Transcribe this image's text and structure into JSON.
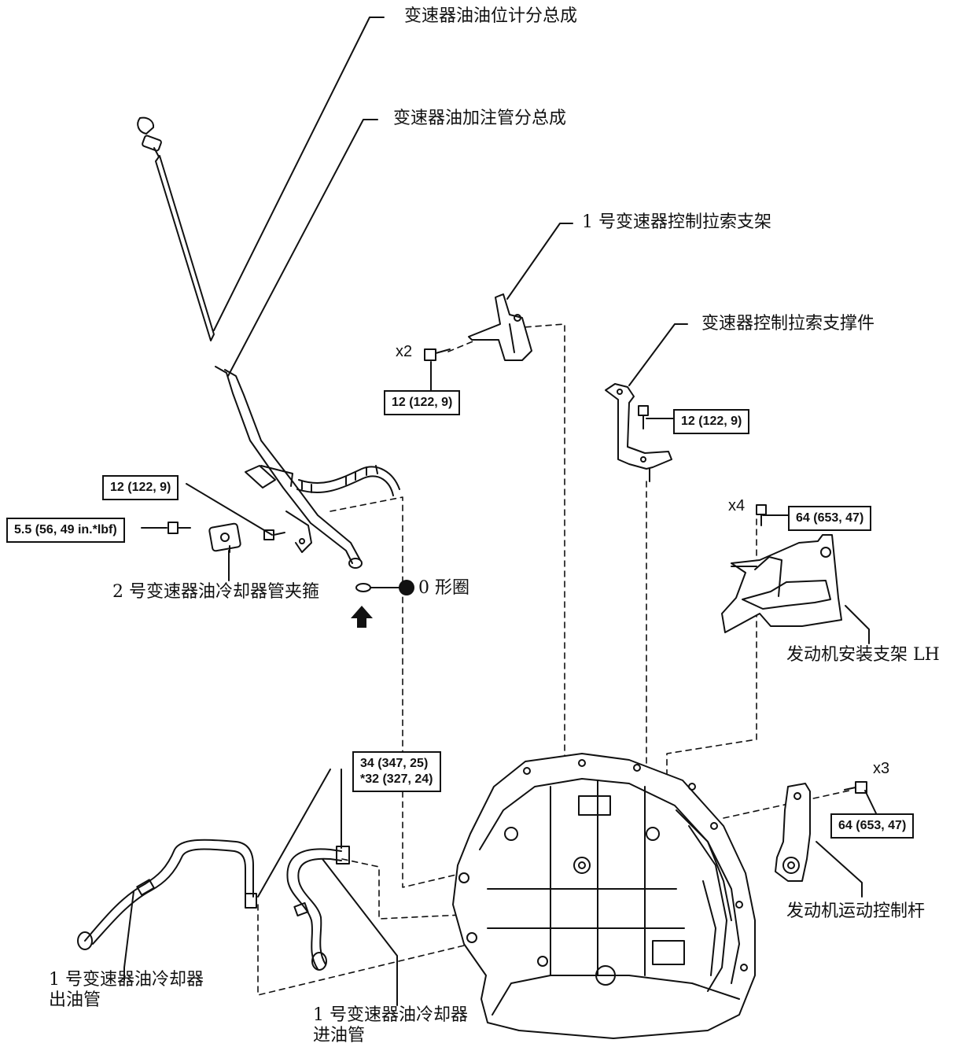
{
  "labels": {
    "dipstick": "变速器油油位计分总成",
    "filler_tube": "变速器油加注管分总成",
    "cable_bracket_1": "1 号变速器控制拉索支架",
    "cable_support": "变速器控制拉索支撑件",
    "clamp_2": "2 号变速器油冷却器管夹箍",
    "o_ring": "0 形圈",
    "mount_bracket_lh": "发动机安装支架 LH",
    "control_rod": "发动机运动控制杆",
    "outlet_pipe_line1": "1 号变速器油冷却器",
    "outlet_pipe_line2": "出油管",
    "inlet_pipe_line1": "1 号变速器油冷却器",
    "inlet_pipe_line2": "进油管"
  },
  "torque": {
    "bracket_bolts": "12 (122, 9)",
    "support_bolt": "12 (122, 9)",
    "tube_bolt": "12 (122, 9)",
    "clamp_bolt": "5.5 (56, 49 in.*lbf)",
    "mount_bolts": "64 (653, 47)",
    "rod_bolts": "64 (653, 47)",
    "pipe_union_line1": "34 (347, 25)",
    "pipe_union_line2": "*32 (327, 24)"
  },
  "quantities": {
    "bracket_bolts": "x2",
    "mount_bolts": "x4",
    "rod_bolts": "x3"
  },
  "icons": {
    "o_ring_marker": "filled-circle-icon",
    "install_direction": "up-arrow-icon"
  }
}
